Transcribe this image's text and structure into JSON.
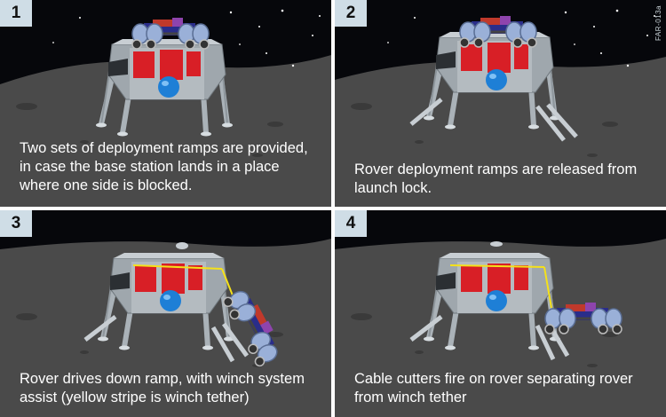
{
  "figure_code": "FAR-013a",
  "colors": {
    "sky": "#06070b",
    "ground": "#4a4a4a",
    "lander_frame": "#b9c0c6",
    "lander_body": "#9aa2a8",
    "red_panel": "#d81f26",
    "blue_tank": "#1e7fd6",
    "tether": "#f5e11a",
    "label_box": "#cfdde6",
    "caption_text": "#ffffff"
  },
  "panels": [
    {
      "number": "1",
      "caption_lines": [
        "Two sets of deployment ramps are provided,",
        "in case the base station lands in a place",
        "where one side is blocked."
      ]
    },
    {
      "number": "2",
      "caption_lines": [
        "Rover deployment ramps are released from",
        "launch lock."
      ]
    },
    {
      "number": "3",
      "caption_lines": [
        "Rover drives down ramp, with winch system",
        "assist (yellow stripe is winch tether)"
      ]
    },
    {
      "number": "4",
      "caption_lines": [
        "Cable cutters fire on rover separating rover",
        "from winch tether"
      ]
    }
  ]
}
